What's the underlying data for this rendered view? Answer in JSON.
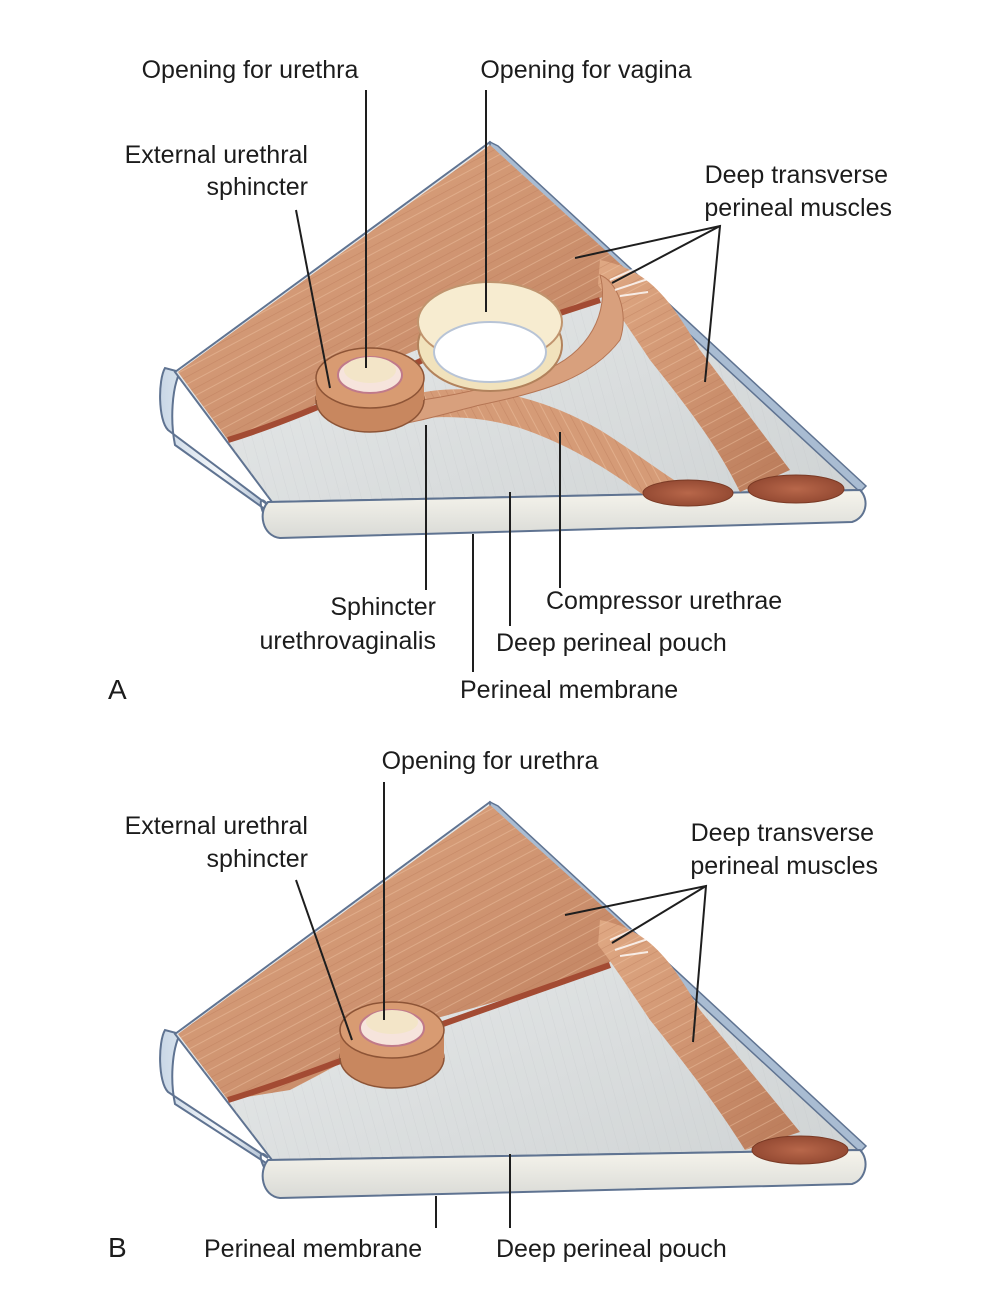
{
  "panel_a": {
    "letter": "A",
    "labels": {
      "opening_urethra": "Opening for urethra",
      "opening_vagina": "Opening for vagina",
      "external_sphincter_line1": "External urethral",
      "external_sphincter_line2": "sphincter",
      "deep_transverse_line1": "Deep transverse",
      "deep_transverse_line2": "perineal muscles",
      "sphincter_uv_line1": "Sphincter",
      "sphincter_uv_line2": "urethrovaginalis",
      "compressor_urethrae": "Compressor urethrae",
      "deep_pouch": "Deep perineal pouch",
      "perineal_membrane": "Perineal membrane"
    }
  },
  "panel_b": {
    "letter": "B",
    "labels": {
      "opening_urethra": "Opening for urethra",
      "external_sphincter_line1": "External urethral",
      "external_sphincter_line2": "sphincter",
      "deep_transverse_line1": "Deep transverse",
      "deep_transverse_line2": "perineal muscles",
      "perineal_membrane": "Perineal membrane",
      "deep_pouch": "Deep perineal pouch"
    }
  },
  "colors": {
    "muscle": "#cf9471",
    "muscle_dark": "#a86446",
    "muscle_light": "#e8b894",
    "membrane_gray": "#dcdede",
    "membrane_edge": "#a9bcd2",
    "edge_outline": "#5f7391",
    "ring_cream": "#f3e6c2",
    "cut_muscle": "#ad5a40",
    "line": "#1e1e1e"
  }
}
